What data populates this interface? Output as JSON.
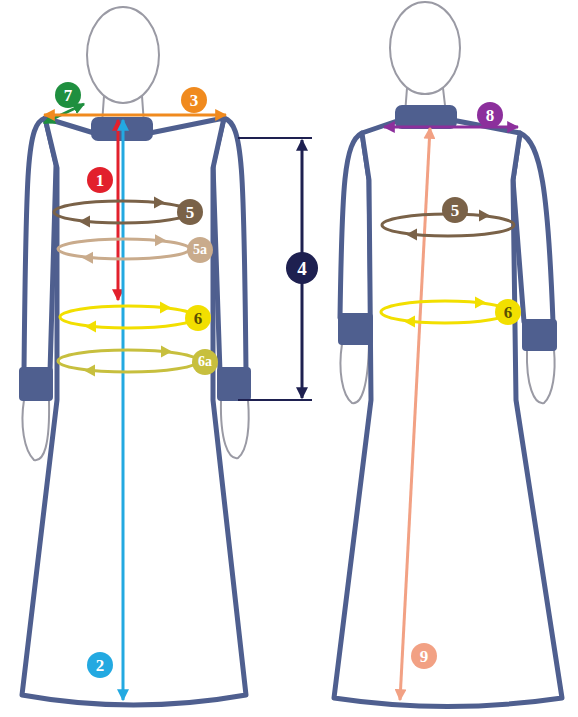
{
  "diagram": {
    "labels": [
      "7",
      "3",
      "1",
      "5",
      "5a",
      "4",
      "6",
      "6a",
      "2",
      "8",
      "5",
      "6",
      "9"
    ]
  }
}
